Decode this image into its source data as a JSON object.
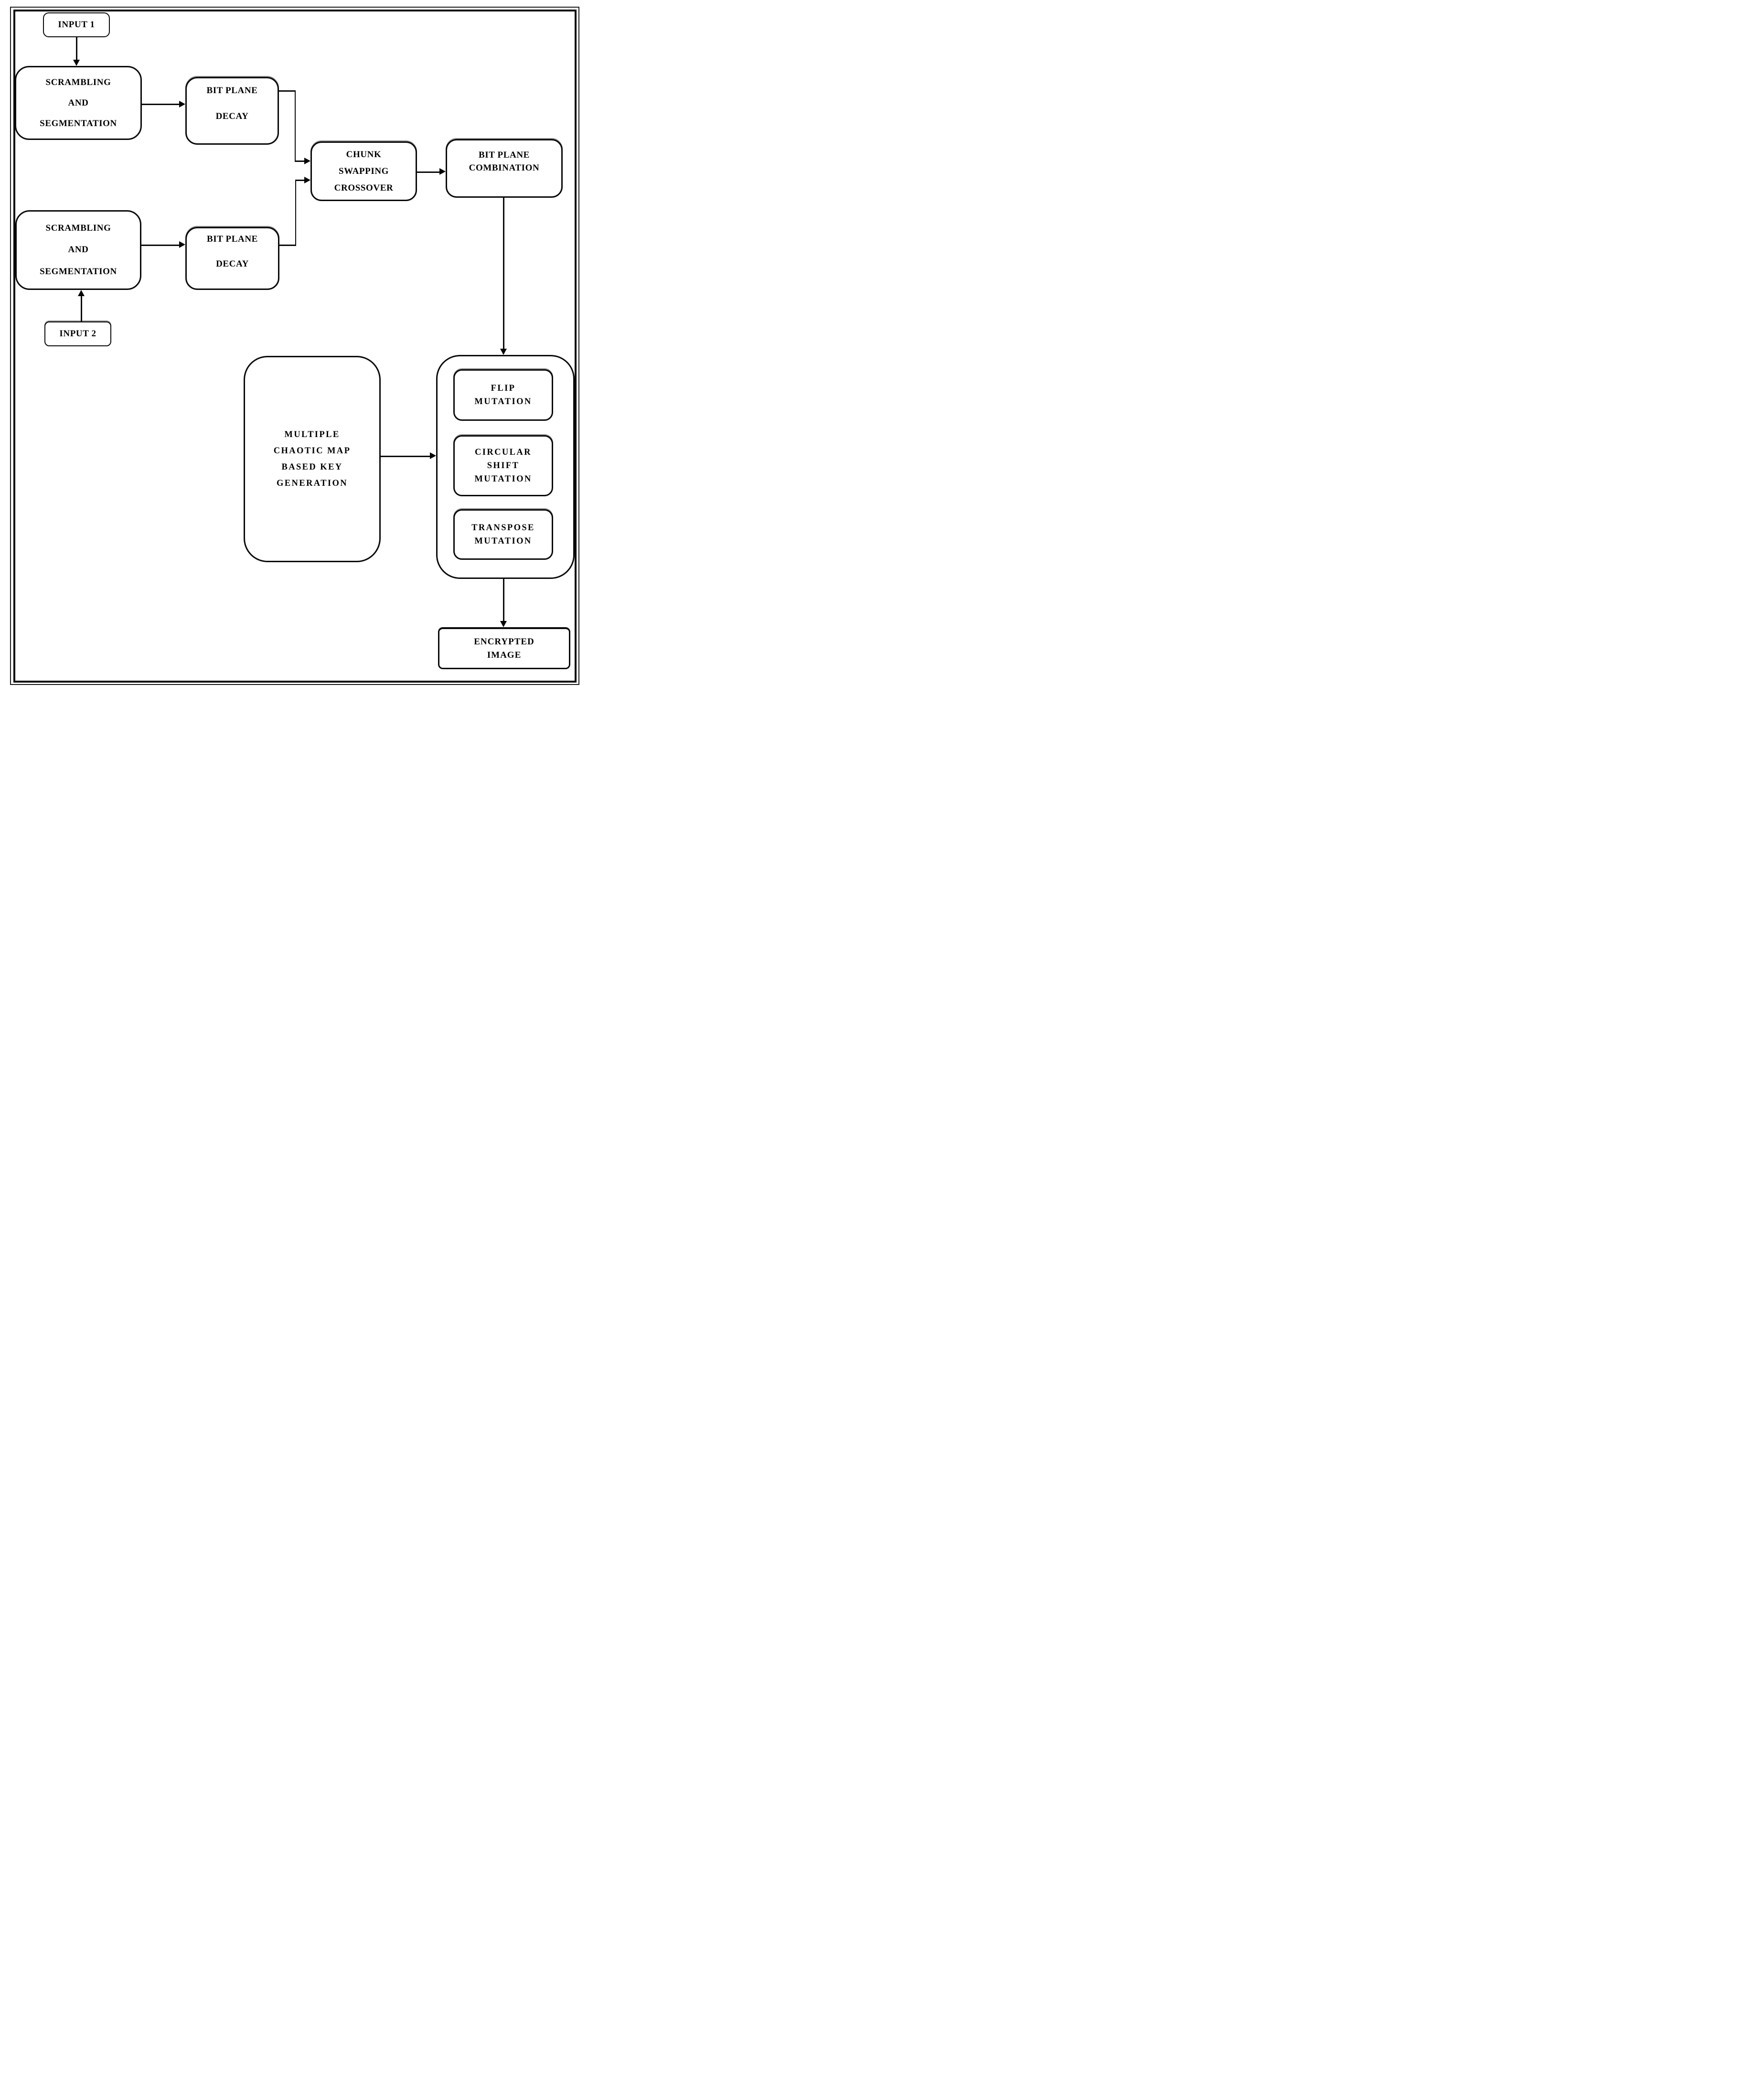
{
  "colors": {
    "ink": "#000000",
    "paper": "#ffffff",
    "edge_shadow_gray": "#8f8f8f"
  },
  "nodes": {
    "input1": {
      "label": "INPUT 1"
    },
    "scrambling1": {
      "lines": [
        "SCRAMBLING",
        "AND",
        "SEGMENTATION"
      ]
    },
    "bit_plane_decay1": {
      "lines": [
        "BIT PLANE",
        "DECAY"
      ]
    },
    "chunk_swapping_crossover": {
      "lines": [
        "CHUNK",
        "SWAPPING",
        "CROSSOVER"
      ]
    },
    "bit_plane_combination": {
      "lines": [
        "BIT PLANE",
        "COMBINATION"
      ]
    },
    "scrambling2": {
      "lines": [
        "SCRAMBLING",
        "AND",
        "SEGMENTATION"
      ]
    },
    "bit_plane_decay2": {
      "lines": [
        "BIT PLANE",
        "DECAY"
      ]
    },
    "input2": {
      "label": "INPUT 2"
    },
    "key_generation": {
      "lines": [
        "MULTIPLE",
        "CHAOTIC MAP",
        "BASED KEY",
        "GENERATION"
      ]
    },
    "flip_mutation": {
      "lines": [
        "FLIP",
        "MUTATION"
      ]
    },
    "circular_shift_mutation": {
      "lines": [
        "CIRCULAR",
        "SHIFT",
        "MUTATION"
      ]
    },
    "transpose_mutation": {
      "lines": [
        "TRANSPOSE",
        "MUTATION"
      ]
    },
    "encrypted_image": {
      "lines": [
        "ENCRYPTED",
        "IMAGE"
      ]
    }
  },
  "edges": [
    {
      "from": "input1",
      "to": "scrambling1"
    },
    {
      "from": "scrambling1",
      "to": "bit_plane_decay1"
    },
    {
      "from": "bit_plane_decay1",
      "to": "chunk_swapping_crossover"
    },
    {
      "from": "input2",
      "to": "scrambling2"
    },
    {
      "from": "scrambling2",
      "to": "bit_plane_decay2"
    },
    {
      "from": "bit_plane_decay2",
      "to": "chunk_swapping_crossover"
    },
    {
      "from": "chunk_swapping_crossover",
      "to": "bit_plane_combination"
    },
    {
      "from": "bit_plane_combination",
      "to": "mutation_group"
    },
    {
      "from": "key_generation",
      "to": "mutation_group"
    },
    {
      "from": "mutation_group",
      "to": "encrypted_image"
    }
  ]
}
